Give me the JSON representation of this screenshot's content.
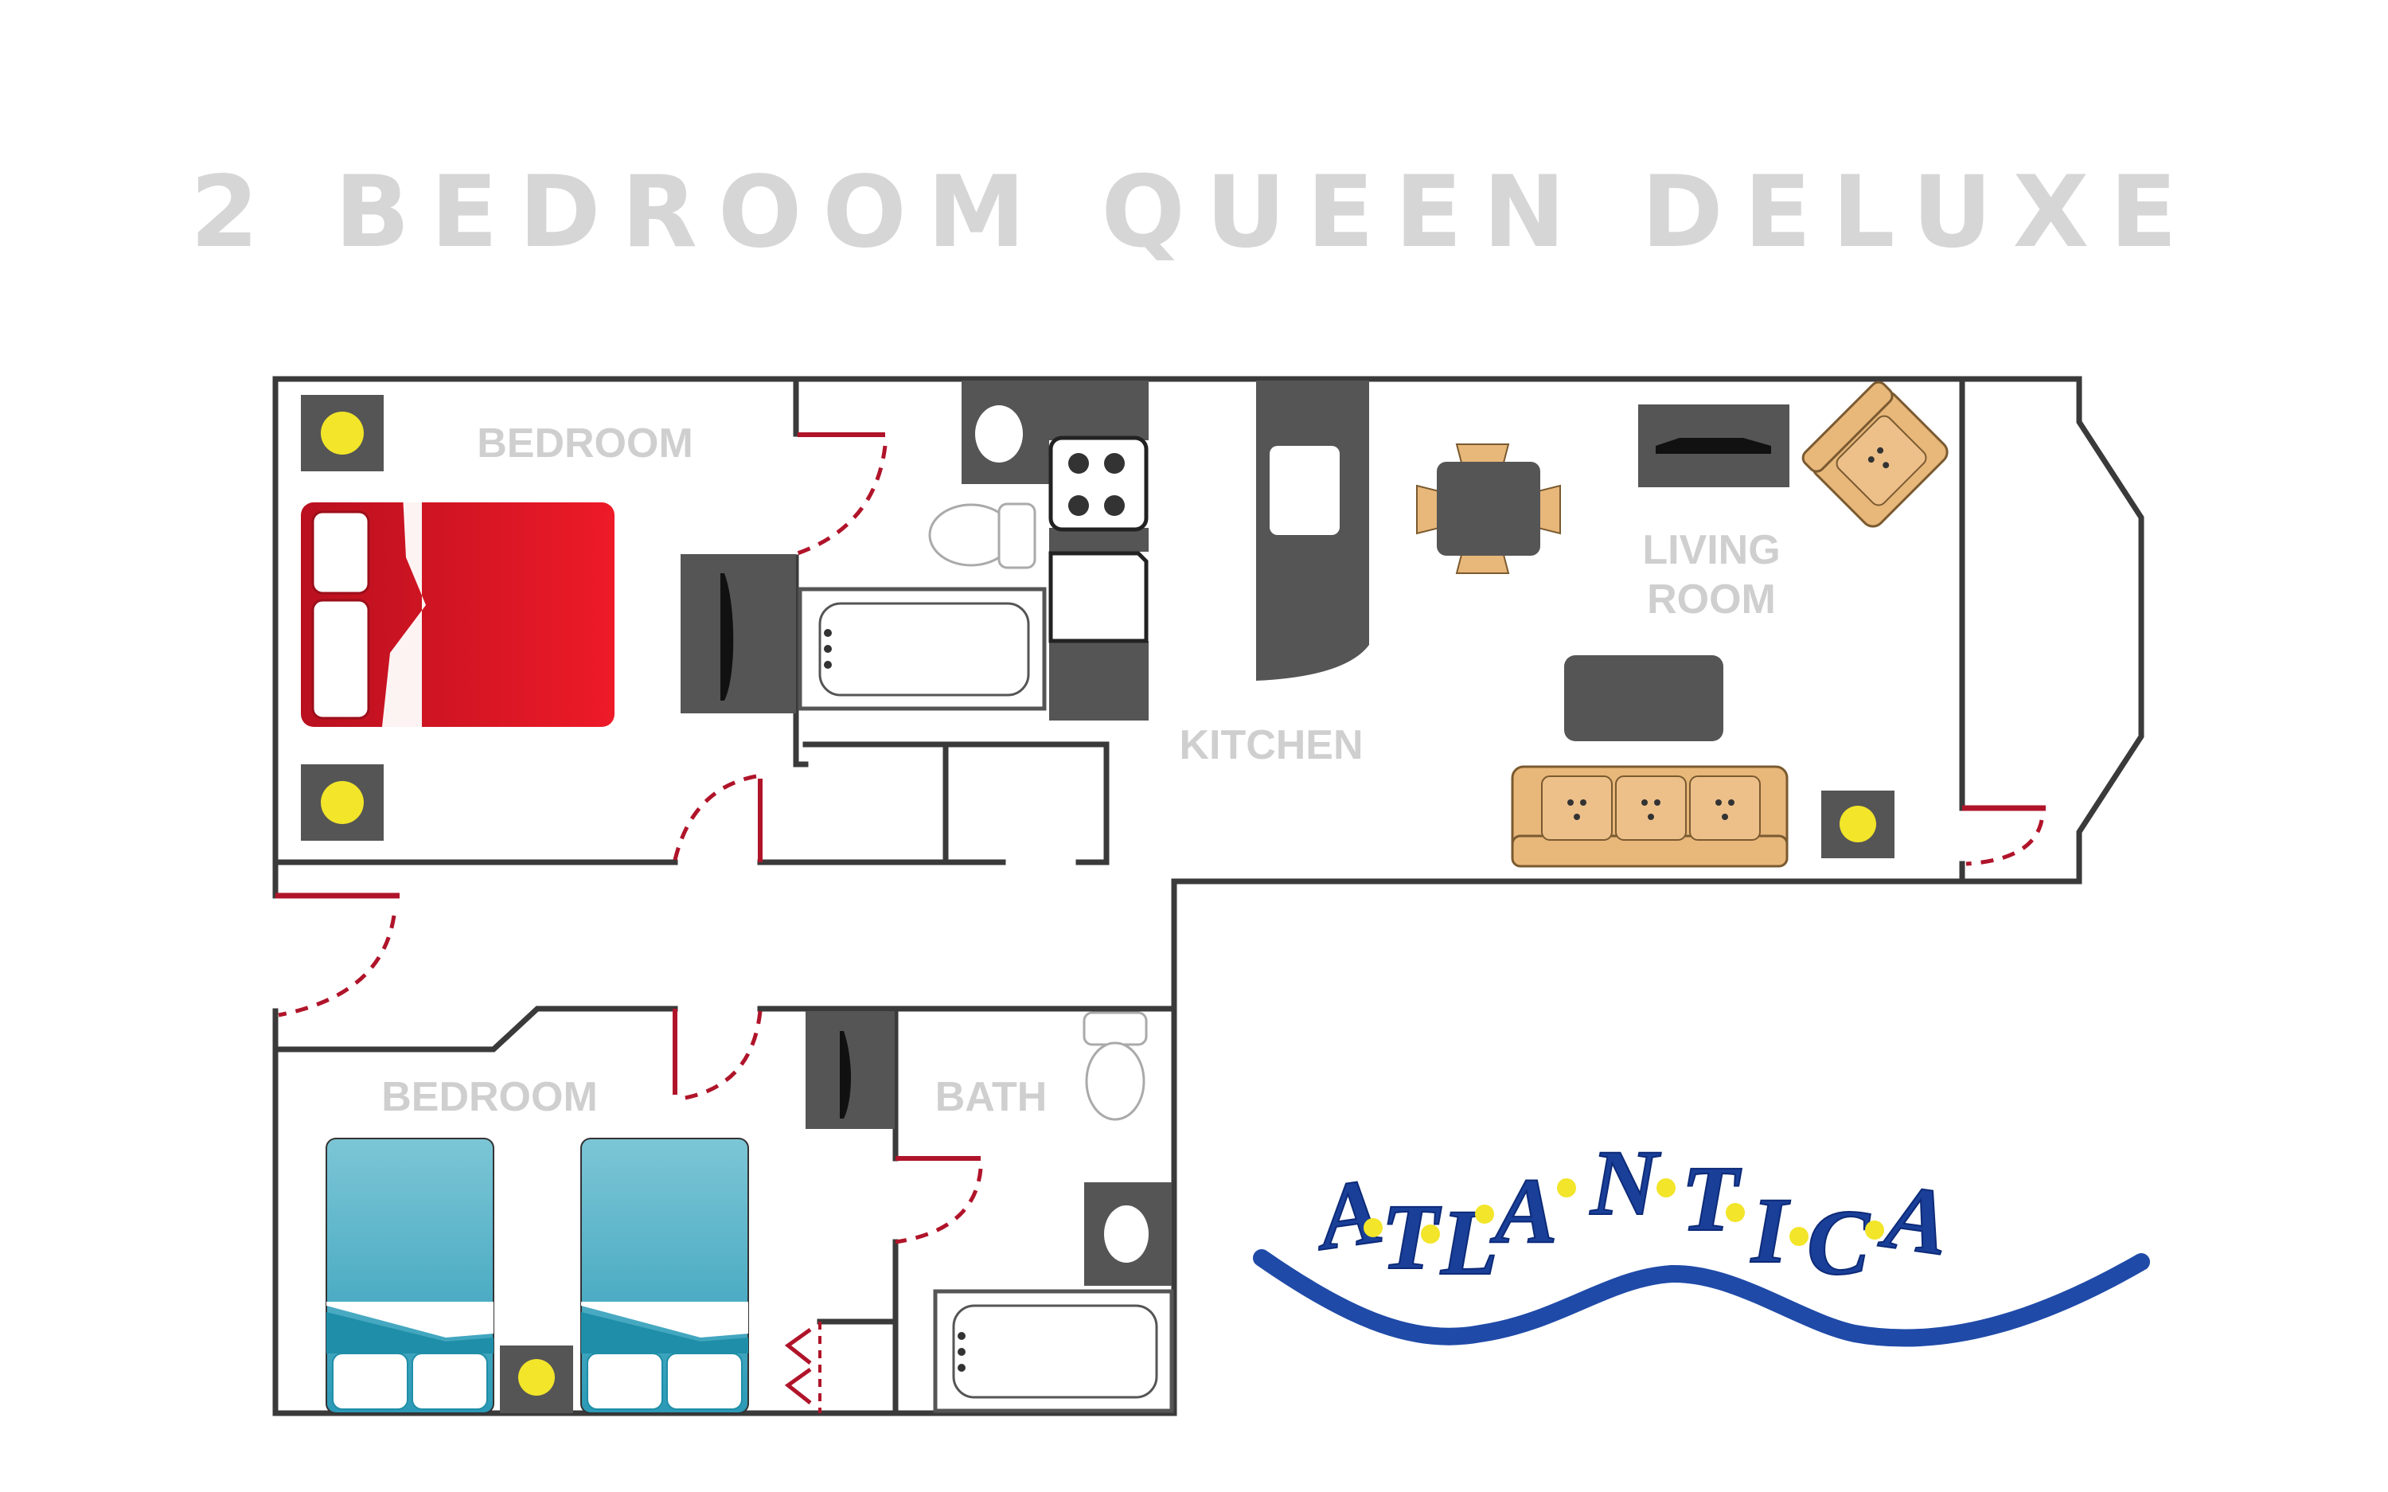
{
  "title": "2 BEDROOM QUEEN DELUXE",
  "rooms": {
    "master_bedroom": "BEDROOM",
    "kitchen": "KITCHEN",
    "living_room_line1": "LIVING",
    "living_room_line2": "ROOM",
    "second_bedroom": "BEDROOM",
    "bath": "BATH"
  },
  "logo": {
    "letters": [
      "A",
      "T",
      "L",
      "A",
      "N",
      "T",
      "I",
      "C",
      "A"
    ],
    "text": "ATLANTICA"
  },
  "colors": {
    "wall": "#3a3a3a",
    "fixture": "#555555",
    "door": "#b0142a",
    "queen_bed": "#e3192b",
    "twin_bed": "#3fa6bf",
    "sofa": "#e8b77a",
    "lamp": "#f2e52a",
    "logo_blue": "#1a3f98",
    "title_gray": "#d6d6d6"
  }
}
